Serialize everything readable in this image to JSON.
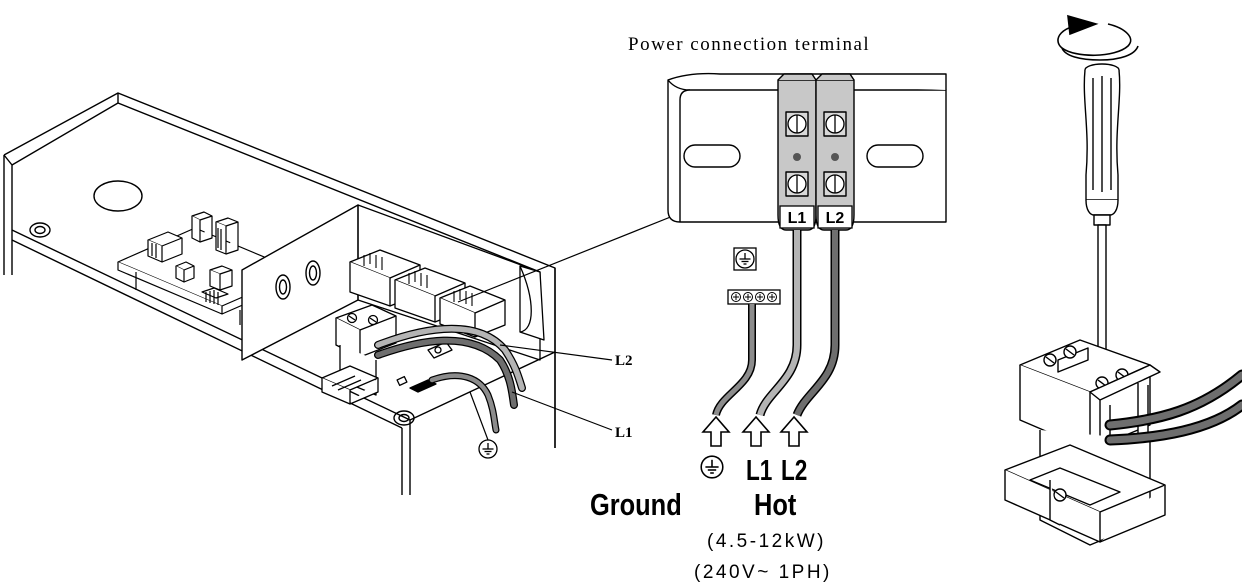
{
  "diagram": {
    "title": "Power connection terminal",
    "callouts": {
      "l2": "L2",
      "l1": "L1"
    },
    "terminal_tags": {
      "l1": "L1",
      "l2": "L2"
    },
    "legend": {
      "l1": "L1",
      "l2": "L2",
      "ground": "Ground",
      "hot": "Hot",
      "rating_power": "(4.5-12kW)",
      "rating_voltage": "(240V~ 1PH)"
    },
    "icons": [
      "ground-symbol-icon",
      "rotate-arrow-icon",
      "screwdriver-icon",
      "arrow-up-icon"
    ],
    "colors": {
      "line": "#000000",
      "terminal_block": "#c8c8c8",
      "l1_wire": "#b4b4b4",
      "l2_wire": "#6e6e6e",
      "ground_wire": "#8c8c8c"
    }
  }
}
